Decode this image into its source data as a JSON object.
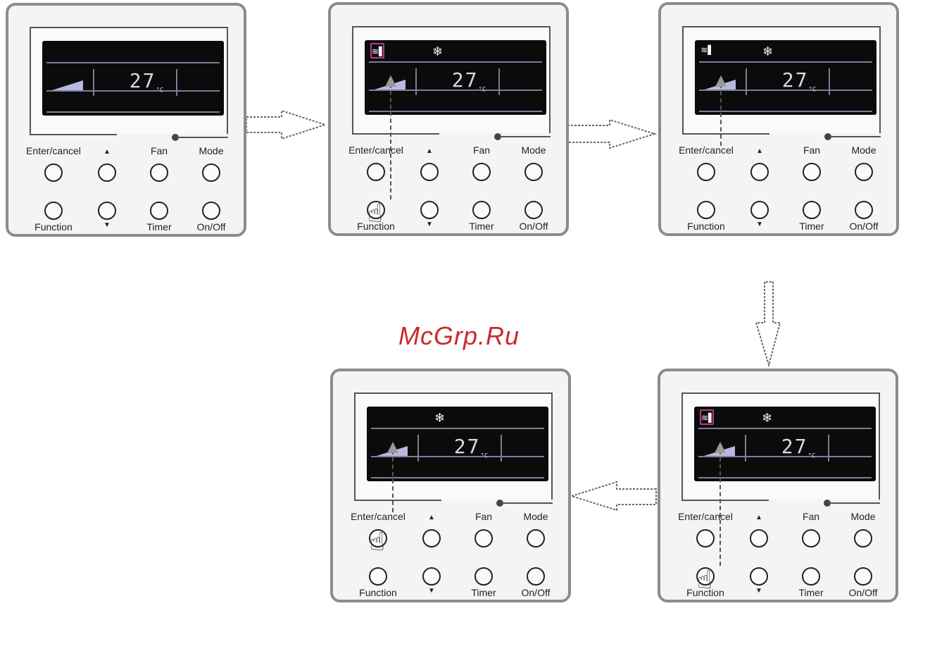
{
  "watermark": "McGrp.Ru",
  "buttons": {
    "enter_cancel": "Enter/cancel",
    "up": "▲",
    "fan": "Fan",
    "mode": "Mode",
    "function": "Function",
    "down": "▼",
    "timer": "Timer",
    "onoff": "On/Off"
  },
  "display": {
    "temperature": "27",
    "unit": "°C",
    "snowflake_icon": "❄",
    "swing_icon": "≋▌"
  },
  "colors": {
    "highlight": "#c03a8a",
    "watermark": "#cc2a2a",
    "lcd": "#0b0b0b"
  },
  "panels": [
    {
      "id": "panel-1",
      "snow": false,
      "swing": false,
      "swing_highlight": false,
      "pointer": "none"
    },
    {
      "id": "panel-2",
      "snow": true,
      "swing": true,
      "swing_highlight": true,
      "pointer": "function"
    },
    {
      "id": "panel-3",
      "snow": true,
      "swing": true,
      "swing_highlight": false,
      "pointer": "none-arrow"
    },
    {
      "id": "panel-4",
      "snow": true,
      "swing": true,
      "swing_highlight": true,
      "pointer": "function"
    },
    {
      "id": "panel-5",
      "snow": true,
      "swing": false,
      "swing_highlight": false,
      "pointer": "enter"
    }
  ]
}
